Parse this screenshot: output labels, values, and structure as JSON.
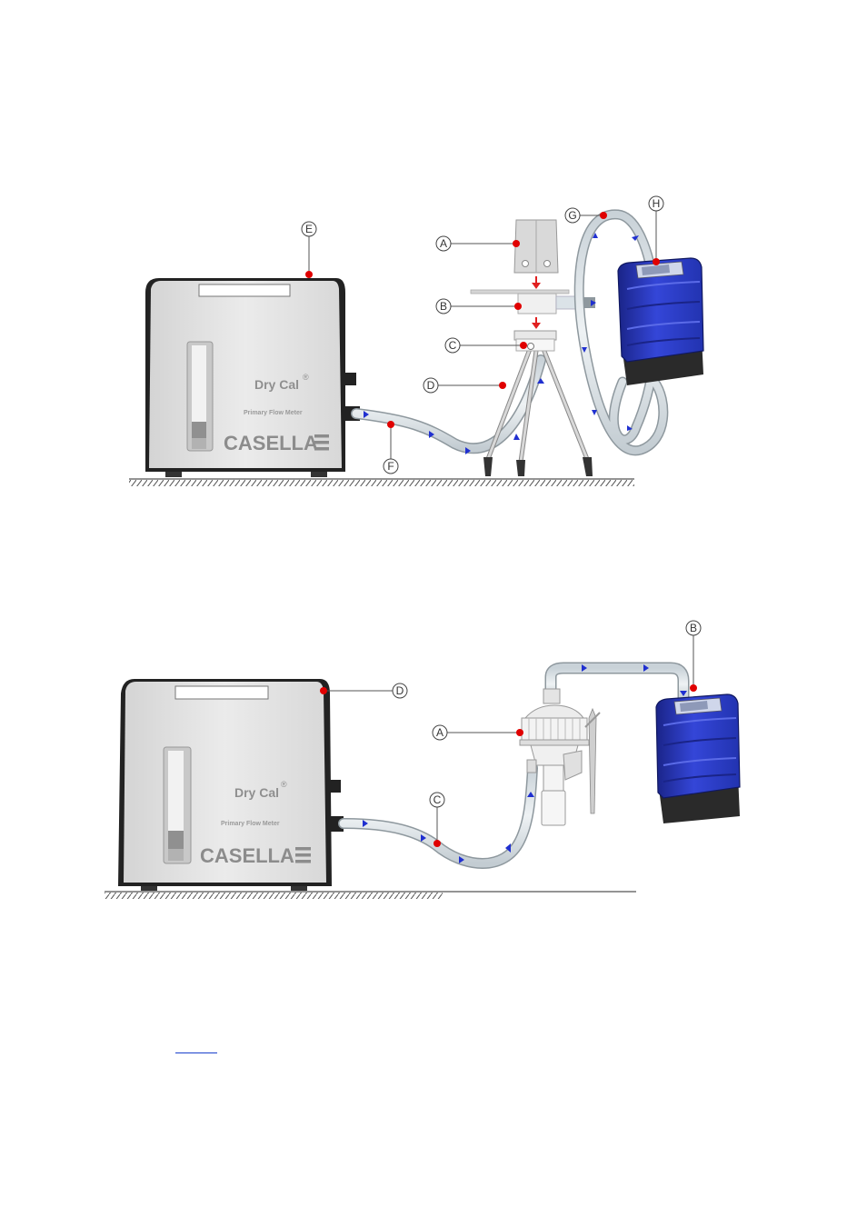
{
  "figure1": {
    "device": {
      "title": "Dry Cal",
      "reg": "®",
      "subtitle": "Primary Flow Meter",
      "brand": "CASELLA"
    },
    "labels": {
      "A": "A",
      "B": "B",
      "C": "C",
      "D": "D",
      "E": "E",
      "F": "F",
      "G": "G",
      "H": "H"
    }
  },
  "figure2": {
    "device": {
      "title": "Dry Cal",
      "reg": "®",
      "subtitle": "Primary Flow Meter",
      "brand": "CASELLA"
    },
    "labels": {
      "A": "A",
      "B": "B",
      "C": "C",
      "D": "D"
    }
  },
  "colors": {
    "pump": "#2f3fd0",
    "pump_dark": "#1c2590",
    "pump_base": "#2a2a2a",
    "marker": "#e00000",
    "arrow": "#2030d0",
    "tube": "#dfe6ea"
  }
}
